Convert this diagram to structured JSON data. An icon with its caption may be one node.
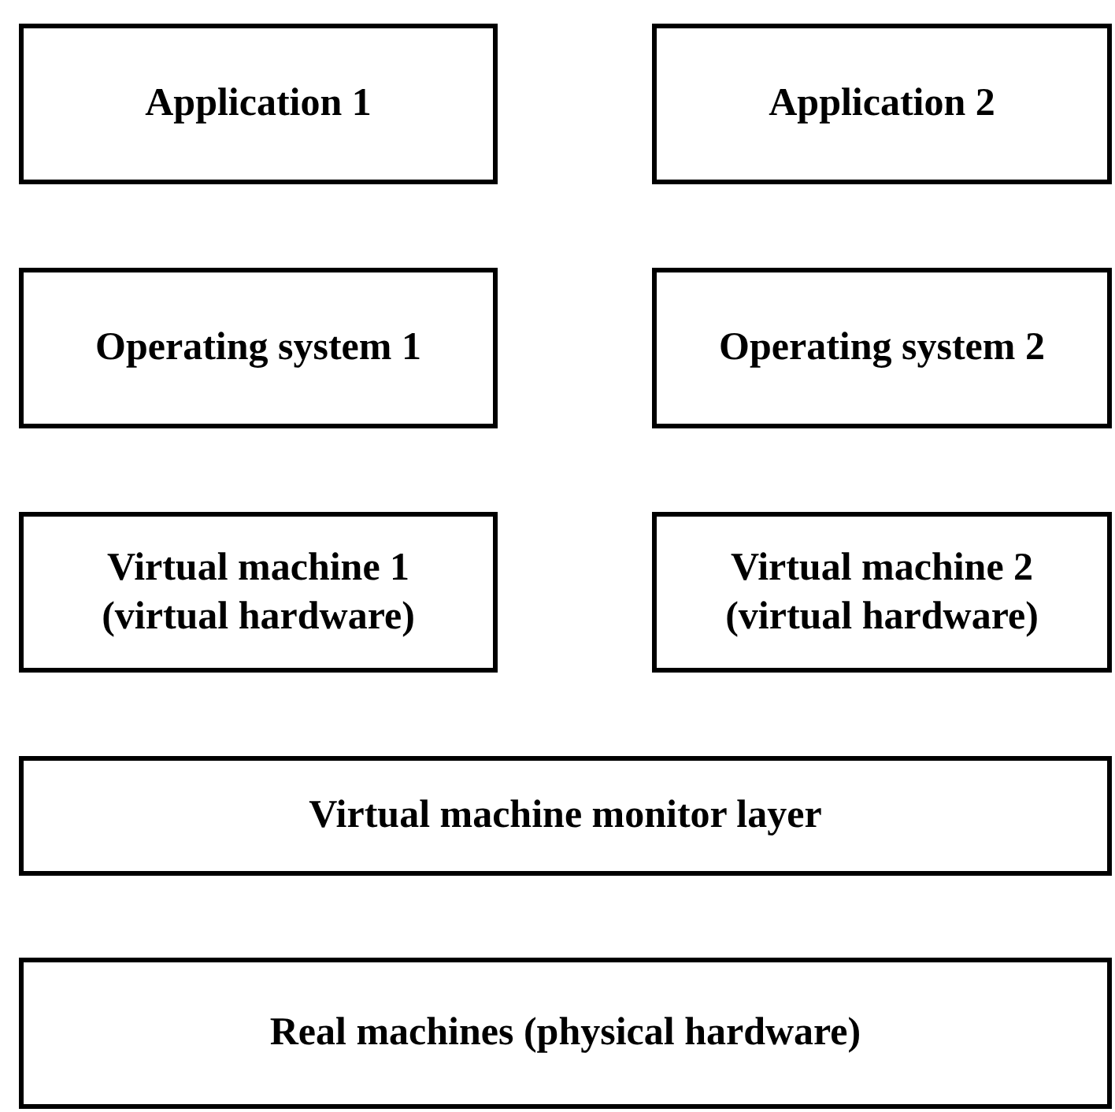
{
  "diagram": {
    "nodes": [
      {
        "text": [
          "Application 1"
        ]
      },
      {
        "text": [
          "Application 2"
        ]
      },
      {
        "text": [
          "Operating system 1"
        ]
      },
      {
        "text": [
          "Operating system 2"
        ]
      },
      {
        "text": [
          "Virtual machine 1 (virtual hardware)"
        ]
      },
      {
        "text": [
          "Virtual machine 2 (virtual hardware)"
        ]
      },
      {
        "text": [
          "Virtual machine monitor layer"
        ]
      },
      {
        "text": [
          "Real machines (physical hardware)"
        ]
      }
    ]
  }
}
